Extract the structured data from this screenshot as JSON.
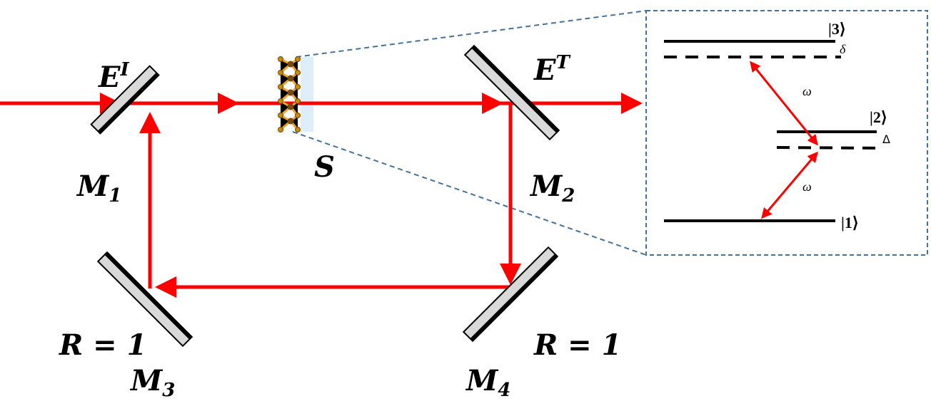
{
  "labels": {
    "incident_field": "E",
    "incident_sup": "I",
    "transmitted_field": "E",
    "transmitted_sup": "T",
    "sample": "S",
    "m1": "M",
    "m1_sub": "1",
    "m2": "M",
    "m2_sub": "2",
    "m3": "M",
    "m3_sub": "3",
    "m4": "M",
    "m4_sub": "4",
    "r_left": "R = 1",
    "r_right": "R = 1"
  },
  "levels": {
    "level3": "|3⟩",
    "level2": "|2⟩",
    "level1": "|1⟩",
    "detuning_small": "δ",
    "detuning_large": "Δ",
    "omega_upper": "ω",
    "omega_lower": "ω"
  },
  "colors": {
    "beam": "#ff0000",
    "inset_border": "#41719c",
    "mirror_fill": "#d9d9d9",
    "sample_slab": "#ddeef9",
    "atom": "#e8a020"
  }
}
